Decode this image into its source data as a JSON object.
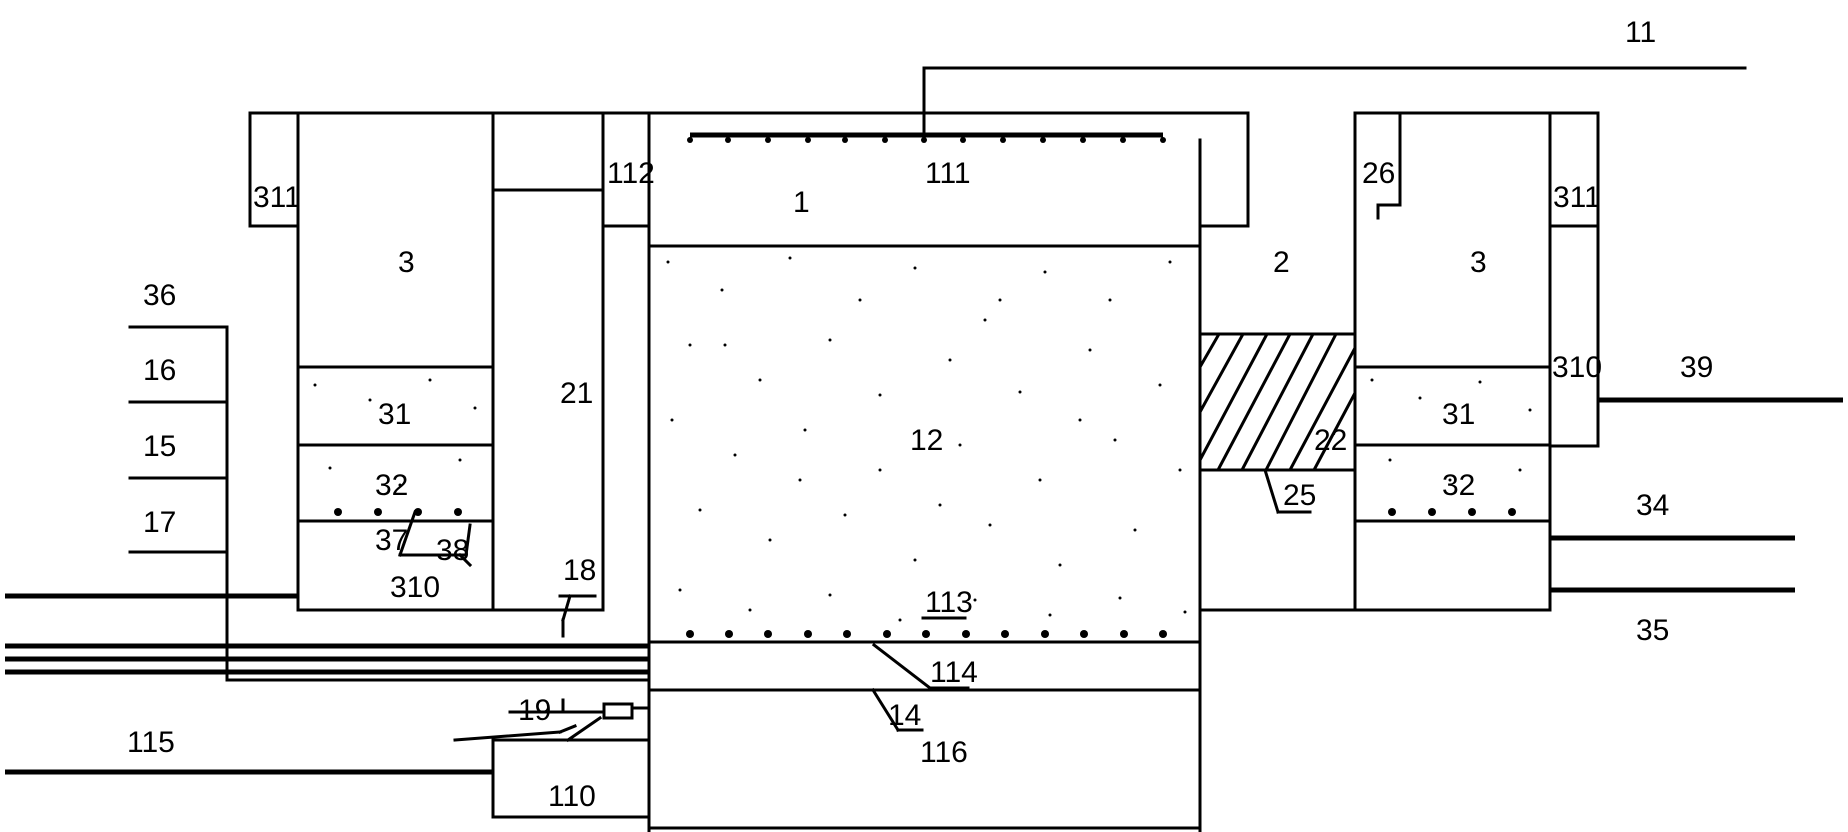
{
  "labels": {
    "l11": "11",
    "l111": "111",
    "l112": "112",
    "l1": "1",
    "l12": "12",
    "l2": "2",
    "l21": "21",
    "l22": "22",
    "l25": "25",
    "l26": "26",
    "l3_left": "3",
    "l3_right": "3",
    "l311_left": "311",
    "l311_right": "311",
    "l31_left": "31",
    "l31_right": "31",
    "l32_left": "32",
    "l32_right": "32",
    "l37": "37",
    "l38": "38",
    "l310_left": "310",
    "l310_right": "310",
    "l36": "36",
    "l16": "16",
    "l15": "15",
    "l17": "17",
    "l18": "18",
    "l19": "19",
    "l113": "113",
    "l114": "114",
    "l14": "14",
    "l116": "116",
    "l115": "115",
    "l110": "110",
    "l39": "39",
    "l34": "34",
    "l35": "35"
  }
}
